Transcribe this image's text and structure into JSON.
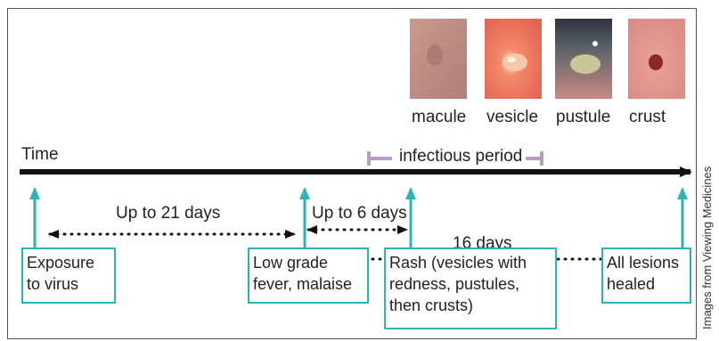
{
  "time_label": "Time",
  "infectious_label": "infectious period",
  "stages": [
    "macule",
    "vesicle",
    "pustule",
    "crust"
  ],
  "durations": {
    "exposure_to_fever": "Up to 21 days",
    "fever_to_rash": "Up to 6 days",
    "fever_to_healed": "16 days"
  },
  "events": {
    "exposure": [
      "Exposure",
      "to virus"
    ],
    "fever": [
      "Low grade",
      "fever, malaise"
    ],
    "rash": [
      "Rash (vesicles with",
      "redness, pustules,",
      "then crusts)"
    ],
    "healed": [
      "All lesions",
      "healed"
    ]
  },
  "credit": "Images from Viewing Medicines",
  "colors": {
    "arrow": "#2bb3b8",
    "timeline": "#111111",
    "infectious": "#b89cc8",
    "box_border": "#2bb3b8"
  }
}
